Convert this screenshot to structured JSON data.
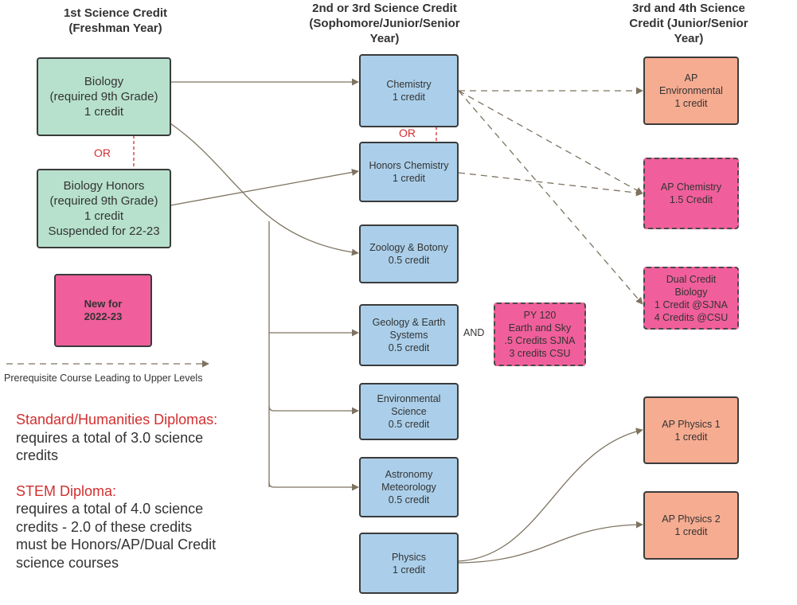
{
  "headings": {
    "col1": [
      "1st Science Credit",
      "(Freshman Year)"
    ],
    "col2": [
      "2nd or 3rd Science Credit",
      "(Sophomore/Junior/Senior",
      "Year)"
    ],
    "col3": [
      "3rd and 4th Science",
      "Credit (Junior/Senior",
      "Year)"
    ]
  },
  "courses": {
    "biology": [
      "Biology",
      "(required 9th Grade)",
      "1 credit"
    ],
    "biology_honors": [
      "Biology Honors",
      "(required 9th Grade)",
      "1 credit",
      "Suspended for 22-23"
    ],
    "new_legend": [
      "New for",
      "2022-23"
    ],
    "chemistry": [
      "Chemistry",
      "1 credit"
    ],
    "honors_chemistry": [
      "Honors Chemistry",
      "1 credit"
    ],
    "zoology": [
      "Zoology & Botony",
      "0.5 credit"
    ],
    "geology": [
      "Geology & Earth",
      "Systems",
      "0.5 credit"
    ],
    "py120": [
      "PY 120",
      "Earth and Sky",
      ".5 Credits SJNA",
      "3 credits CSU"
    ],
    "environmental": [
      "Environmental",
      "Science",
      "0.5 credit"
    ],
    "astronomy": [
      "Astronomy",
      "Meteorology",
      "0.5 credit"
    ],
    "physics": [
      "Physics",
      "1 credit"
    ],
    "ap_environmental": [
      "AP",
      "Environmental",
      "1 credit"
    ],
    "ap_chemistry": [
      "AP Chemistry",
      "1.5 Credit"
    ],
    "dual_credit_biology": [
      "Dual Credit",
      "Biology",
      "1 Credit @SJNA",
      "4 Credits @CSU"
    ],
    "ap_physics_1": [
      "AP Physics 1",
      "1 credit"
    ],
    "ap_physics_2": [
      "AP Physics 2",
      "1 credit"
    ]
  },
  "connectors": {
    "or_biology": "OR",
    "or_chemistry": "OR",
    "and_geology": "AND"
  },
  "legend": {
    "prerequisite": "Prerequisite Course Leading to Upper Levels"
  },
  "notes": {
    "standard_title": "Standard/Humanities Diplomas:",
    "standard_text": [
      "requires a total of 3.0 science",
      "credits"
    ],
    "stem_title": "STEM Diploma:",
    "stem_text": [
      "requires a total of 4.0 science",
      "credits - 2.0 of these credits",
      "must be Honors/AP/Dual Credit",
      "science courses"
    ]
  },
  "colors": {
    "freshman": "#b7e1cd",
    "core": "#abcfea",
    "advanced": "#f6ac91",
    "new": "#f05f9b",
    "connector_red": "#d32f2f",
    "arrow": "#7d7360"
  }
}
